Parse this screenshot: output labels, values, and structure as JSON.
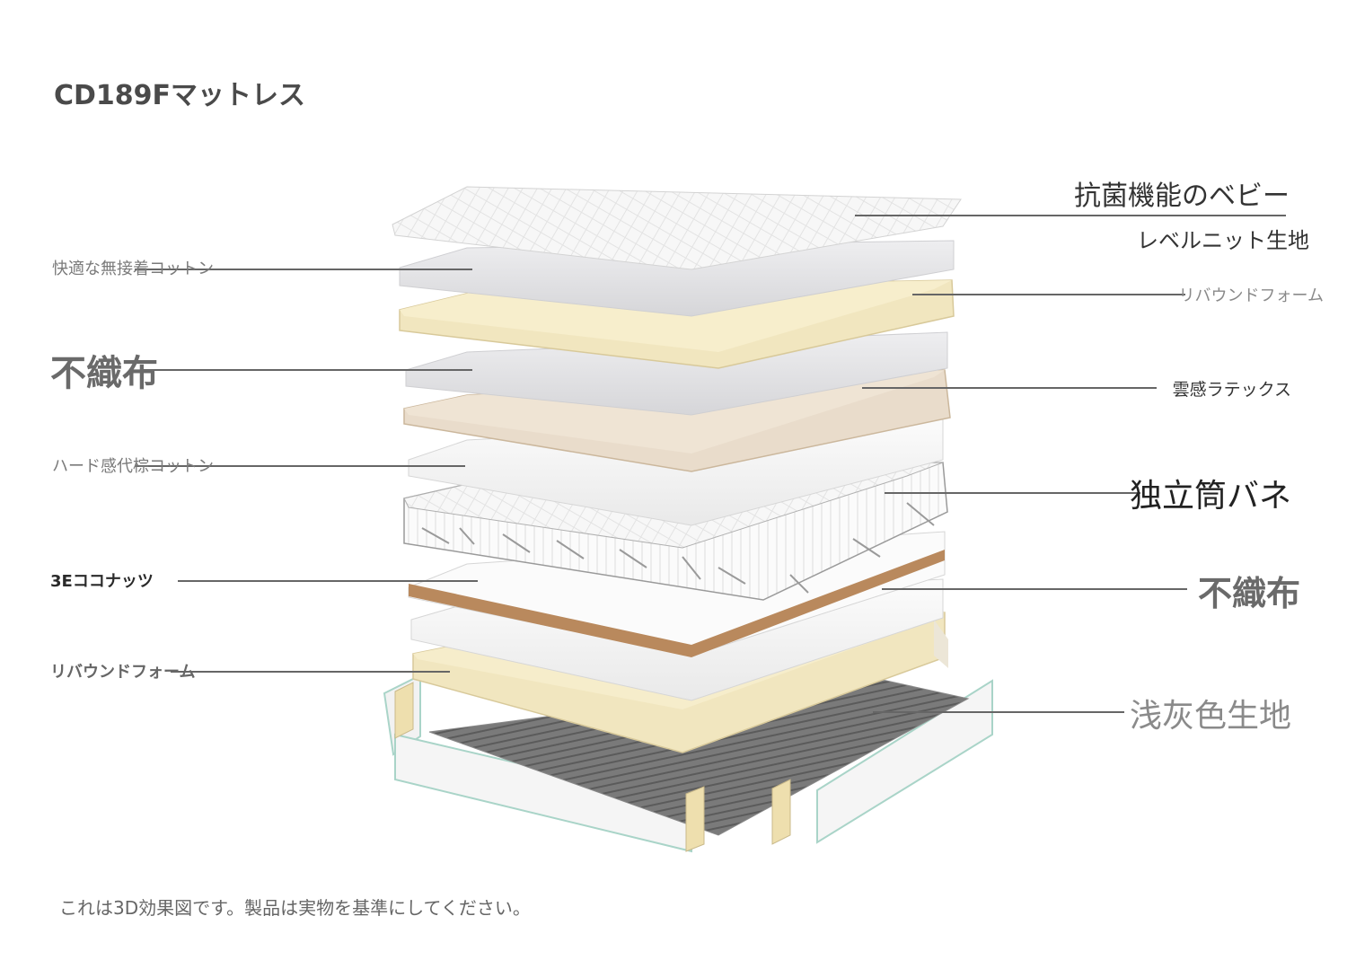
{
  "title": "CD189Fマットレス",
  "footnote": "これは3D効果図です。製品は実物を基準にしてください。",
  "labels": {
    "left": {
      "cotton": "快適な無接着コットン",
      "nonwoven": "不織布",
      "hard_cotton": "ハード感代棕コットン",
      "coconut": "3Eココナッツ",
      "rebound_foam": "リバウンドフォーム"
    },
    "right": {
      "baby_knit_line1": "抗菌機能のベビー",
      "baby_knit_line2": "レベルニット生地",
      "rebound_foam": "リバウンドフォーム",
      "latex": "雲感ラテックス",
      "pocket_spring": "独立筒バネ",
      "nonwoven": "不織布",
      "gray_fabric": "浅灰色生地"
    }
  },
  "colors": {
    "white_layer": "#f4f4f4",
    "gray_layer": "#e6e6e8",
    "foam": "#f1e6bf",
    "latex": "#e9dccb",
    "coconut": "#b9895d",
    "base_fabric": "#6f6f6f",
    "frame_edge": "#a9d4c8",
    "leader_line": "#666666"
  },
  "icons": [
    "mattress-layer-stack"
  ]
}
